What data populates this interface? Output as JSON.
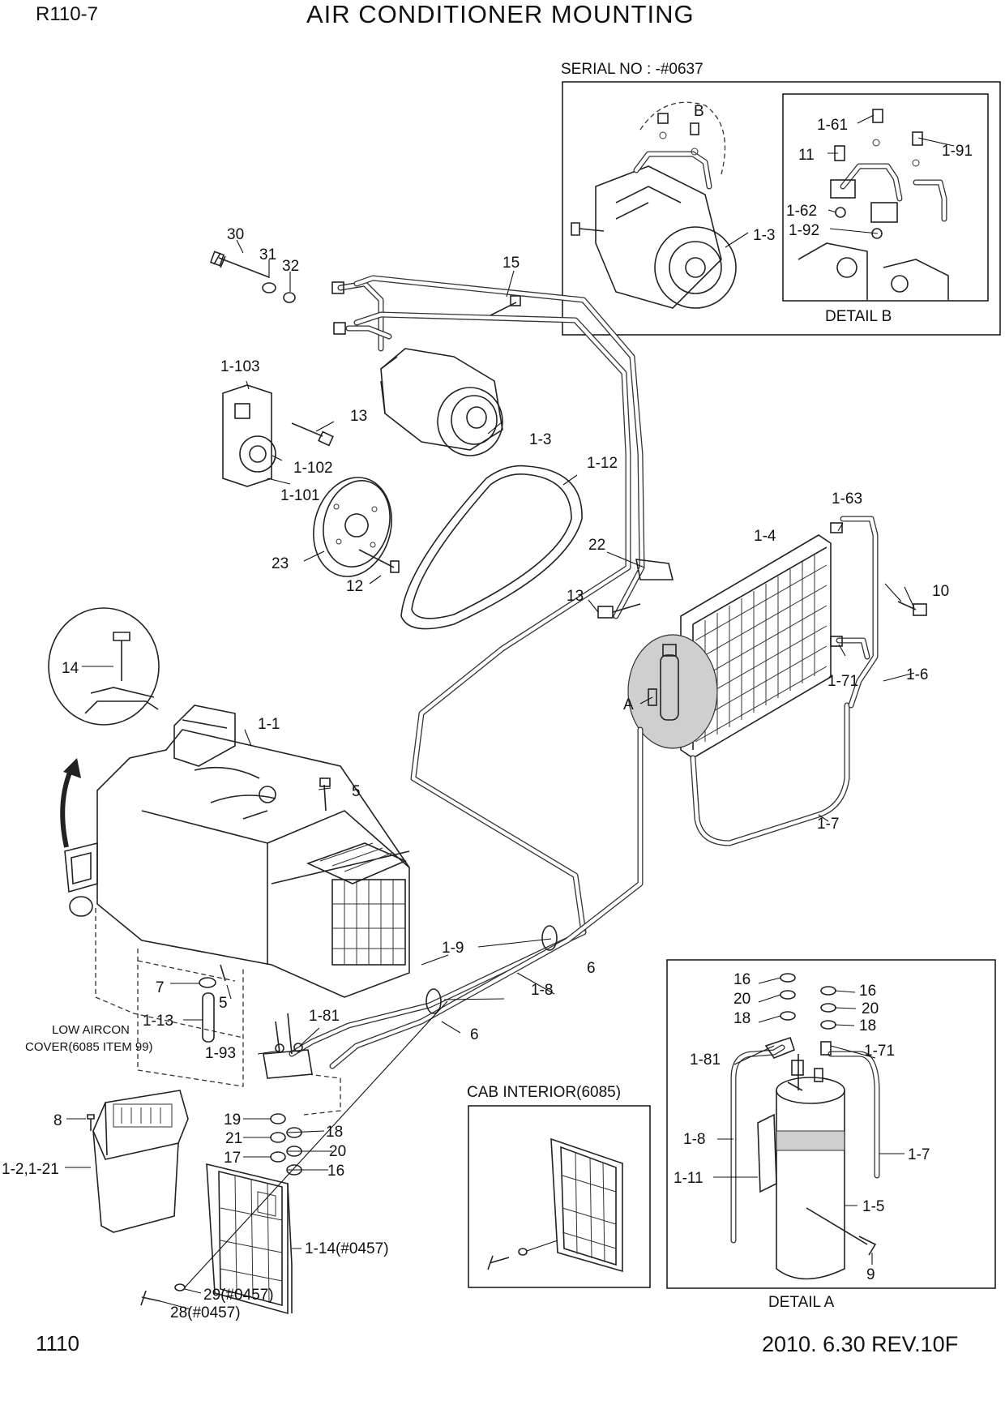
{
  "header": {
    "model": "R110-7",
    "title": "AIR CONDITIONER MOUNTING"
  },
  "footer": {
    "page_number": "1110",
    "revision": "2010. 6.30  REV.10F"
  },
  "boxes": {
    "serial_label": "SERIAL NO : -#0637",
    "detail_b_title": "DETAIL B",
    "detail_b_ref": "B",
    "detail_a_title": "DETAIL A",
    "detail_a_ref": "A",
    "cab_interior_title": "CAB INTERIOR(6085)",
    "note_line1": "LOW AIRCON",
    "note_line2": "COVER(6085 ITEM 99)"
  },
  "callouts": {
    "c30": "30",
    "c31": "31",
    "c32": "32",
    "c15": "15",
    "c1_103": "1-103",
    "c13a": "13",
    "c1_102": "1-102",
    "c1_101": "1-101",
    "c1_3a": "1-3",
    "c1_12": "1-12",
    "c23": "23",
    "c12": "12",
    "c22": "22",
    "c13b": "13",
    "c1_63": "1-63",
    "c1_4": "1-4",
    "c10": "10",
    "c1_71a": "1-71",
    "c1_6": "1-6",
    "c1_7a": "1-7",
    "c14": "14",
    "c1_1": "1-1",
    "c5a": "5",
    "c1_9": "1-9",
    "c1_8a": "1-8",
    "c6a": "6",
    "c6b": "6",
    "c7": "7",
    "c5b": "5",
    "c1_13": "1-13",
    "c1_81a": "1-81",
    "c1_93": "1-93",
    "c19": "19",
    "c18a": "18",
    "c21": "21",
    "c20a": "20",
    "c17": "17",
    "c16a": "16",
    "c8": "8",
    "c1_2": "1-2,1-21",
    "c1_14": "1-14(#0457)",
    "c29": "29(#0457)",
    "c28": "28(#0457)",
    "b1_61": "1-61",
    "b11": "11",
    "b1_91": "1-91",
    "b1_62": "1-62",
    "b1_92": "1-92",
    "b1_3": "1-3",
    "a16a": "16",
    "a20a": "20",
    "a18a": "18",
    "a16b": "16",
    "a20b": "20",
    "a18b": "18",
    "a1_81": "1-81",
    "a1_71": "1-71",
    "a1_8": "1-8",
    "a1_11": "1-11",
    "a1_7": "1-7",
    "a1_5": "1-5",
    "a9": "9"
  }
}
